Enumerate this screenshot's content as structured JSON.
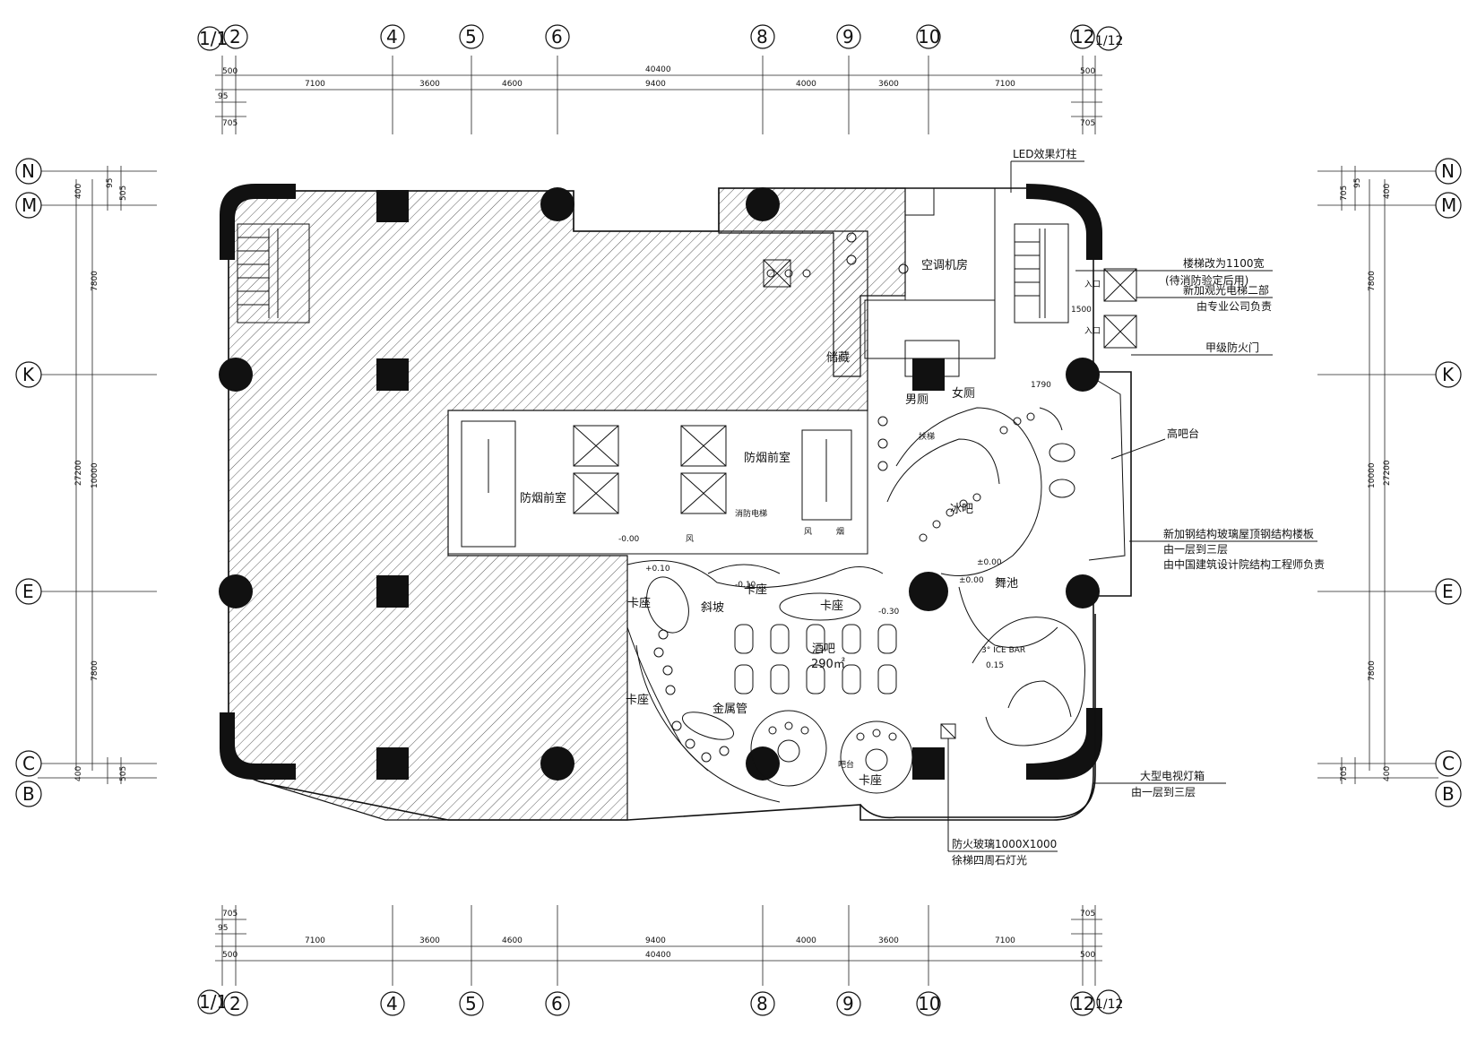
{
  "drawing": {
    "grid_top": [
      "1/1",
      "2",
      "4",
      "5",
      "6",
      "8",
      "9",
      "10",
      "12",
      "1/12"
    ],
    "grid_side": [
      "N",
      "M",
      "K",
      "E",
      "C",
      "B"
    ],
    "total_width": "40400",
    "total_height": "27200",
    "spans": [
      "7100",
      "3600",
      "4600",
      "9400",
      "4000",
      "3600",
      "7100"
    ],
    "edge_offsets": [
      "500",
      "95",
      "705"
    ],
    "side_spans": [
      "7800",
      "10000",
      "7800"
    ],
    "side_edges_left": [
      "505",
      "95",
      "400"
    ],
    "side_edges_right": [
      "705",
      "95",
      "400"
    ]
  },
  "rooms": {
    "bar_main": "酒吧",
    "bar_area": "290㎡",
    "ice_bar": "冰吧",
    "dance_floor": "舞池",
    "booth_1": "卡座",
    "booth_2": "卡座",
    "booth_3": "卡座",
    "booth_4": "卡座",
    "booth_5": "卡座",
    "ramp": "斜坡",
    "dj": "金属管",
    "male_wc": "男厕",
    "female_wc": "女厕",
    "smoke_room_1": "防烟前室",
    "smoke_room_2": "防烟前室",
    "air_room": "空调机房",
    "store": "储藏",
    "stair_up": "入口",
    "stair_up_2": "入口",
    "dim_1500": "1500",
    "dim_1790": "1790",
    "ice_bar_label": "3° ICE BAR",
    "fan_1": "风",
    "fan_2": "风",
    "pipe_1": "烟",
    "fire_elev": "消防电梯",
    "escalator": "扶梯",
    "bar_counter": "吧台",
    "lvl_1": "±0.00",
    "lvl_2": "-0.00",
    "lvl_3": "+0.10",
    "lvl_4": "-0.10",
    "lvl_5": "-0.30",
    "lvl_6": "0.15",
    "lvl_7": "±0.00"
  },
  "notes": {
    "led": "LED效果灯柱",
    "stair_width_1": "楼梯改为1100宽",
    "stair_width_2": "(待消防验定后用)",
    "elevator_1": "新加观光电梯二部",
    "elevator_2": "由专业公司负责",
    "fire_door": "甲级防火门",
    "bar_counter": "高吧台",
    "structure_1": "新加钢结构玻璃屋顶钢结构楼板",
    "structure_2": "由一层到三层",
    "structure_3": "由中国建筑设计院结构工程师负责",
    "glass_1": "防火玻璃1000X1000",
    "glass_2": "徐梯四周石灯光",
    "led_screen_1": "大型电视灯箱",
    "led_screen_2": "由一层到三层"
  },
  "colors": {
    "ink": "#111111",
    "paper": "#ffffff"
  }
}
